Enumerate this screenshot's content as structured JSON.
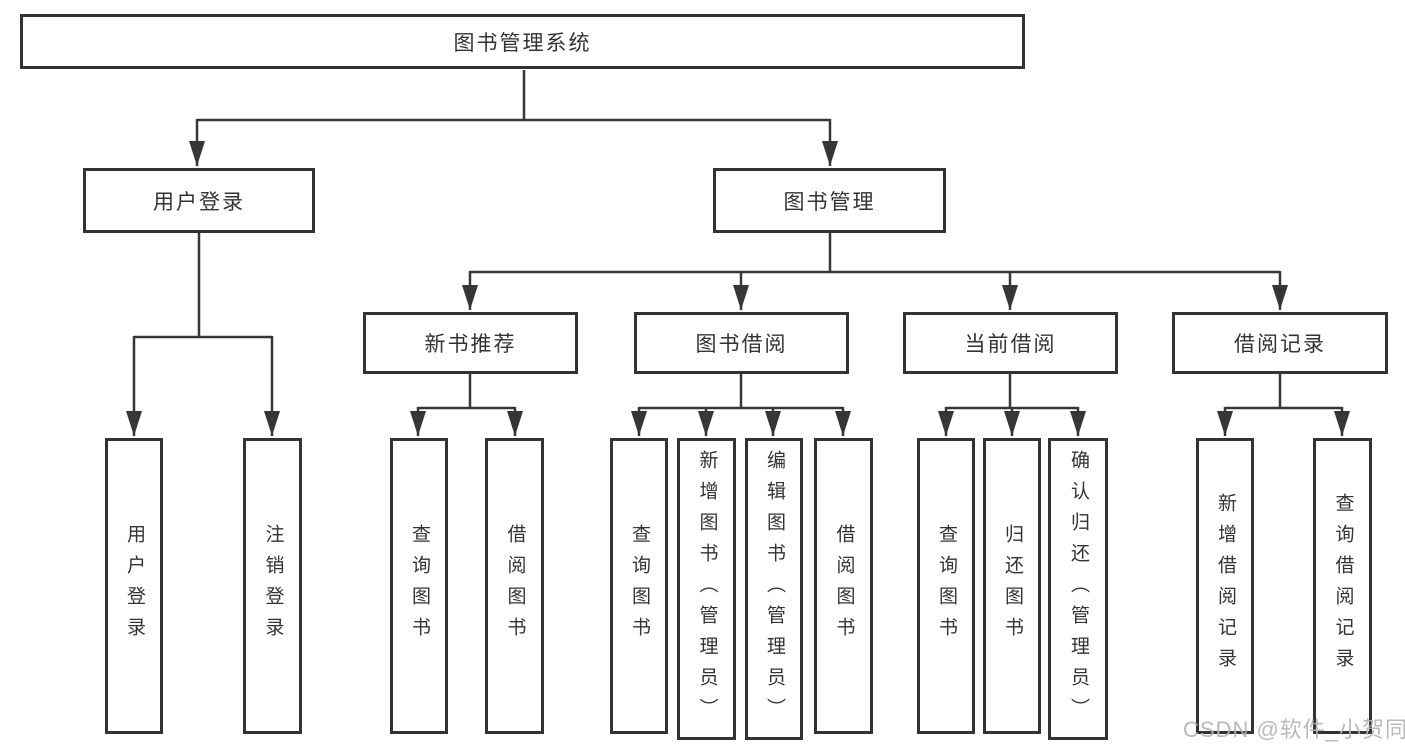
{
  "diagram": {
    "title": "图书管理系统",
    "nodes": {
      "root": {
        "label": "图书管理系统"
      },
      "level2": [
        {
          "label": "用户登录"
        },
        {
          "label": "图书管理"
        }
      ],
      "level3": [
        {
          "label": "新书推荐"
        },
        {
          "label": "图书借阅"
        },
        {
          "label": "当前借阅"
        },
        {
          "label": "借阅记录"
        }
      ],
      "leaves": {
        "user_login": [
          {
            "label": "用户登录"
          },
          {
            "label": "注销登录"
          }
        ],
        "new_book_recommendation": [
          {
            "label": "查询图书"
          },
          {
            "label": "借阅图书"
          }
        ],
        "book_borrowing": [
          {
            "label": "查询图书"
          },
          {
            "label": "新增图书（管理员）"
          },
          {
            "label": "编辑图书（管理员）"
          },
          {
            "label": "借阅图书"
          }
        ],
        "current_borrowing": [
          {
            "label": "查询图书"
          },
          {
            "label": "归还图书"
          },
          {
            "label": "确认归还（管理员）"
          }
        ],
        "borrowing_records": [
          {
            "label": "新增借阅记录"
          },
          {
            "label": "查询借阅记录"
          }
        ]
      }
    },
    "colors": {
      "line": "#363636",
      "text": "#333333",
      "box_background": "#ffffff",
      "watermark": "#b5b5b5"
    },
    "watermark": "CSDN @软件_小贺同学"
  }
}
